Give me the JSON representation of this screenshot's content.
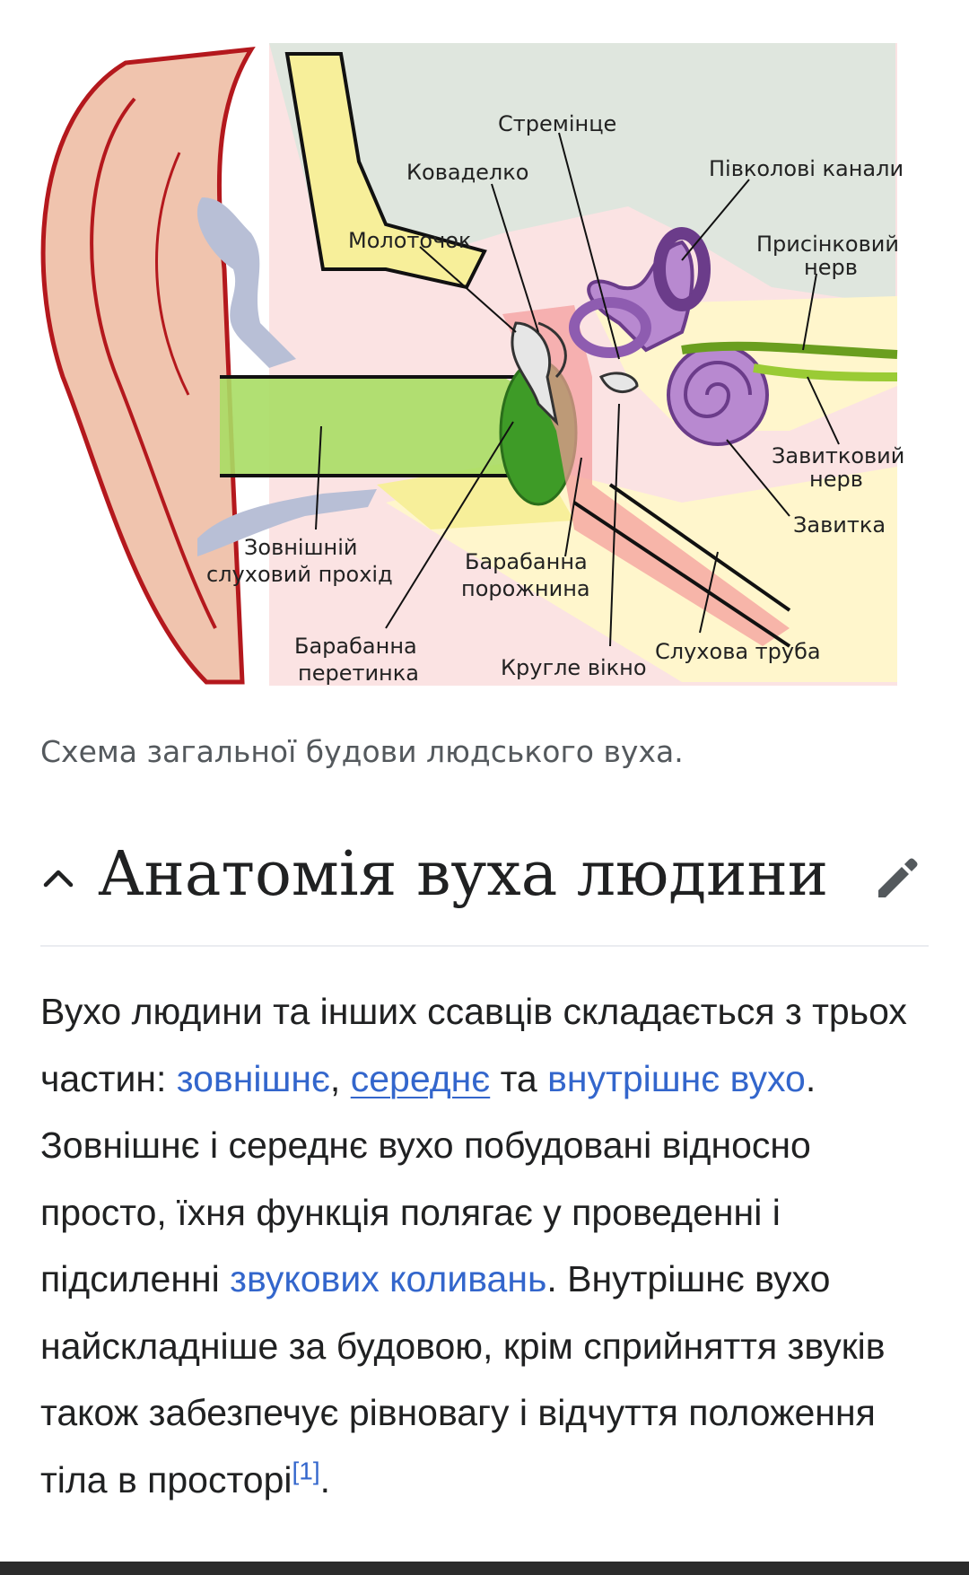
{
  "figure": {
    "labels": {
      "stapes": "Стремінце",
      "incus": "Коваделко",
      "semicircular": "Півколові канали",
      "malleus": "Молоточок",
      "vestibular_nerve_1": "Присінковий",
      "vestibular_nerve_2": "нерв",
      "cochlear_nerve_1": "Завитковий",
      "cochlear_nerve_2": "нерв",
      "cochlea": "Завитка",
      "ext_canal_1": "Зовнішній",
      "ext_canal_2": "слуховий прохід",
      "tympanic_cavity_1": "Барабанна",
      "tympanic_cavity_2": "порожнина",
      "eardrum_1": "Барабанна",
      "eardrum_2": "перетинка",
      "round_window": "Кругле вікно",
      "eustachian": "Слухова труба"
    },
    "caption": "Схема загальної будови людського вуха."
  },
  "section": {
    "title": "Анатомія вуха людини",
    "chevron_icon": "chevron-up-icon",
    "edit_icon": "pencil-icon"
  },
  "paragraph": {
    "t1": "Вухо людини та інших ссавців складається з трьох частин: ",
    "link_outer": "зовнішнє",
    "t2": ", ",
    "link_middle": "середнє",
    "t3": " та ",
    "link_inner": "внутрішнє вухо",
    "t4": ". Зовнішнє і середнє вухо побудовані відносно просто, їхня функція полягає у проведенні і підсиленні ",
    "link_sound": "звукових коливань",
    "t5": ". Внутрішнє вухо найскладніше за будовою, крім сприйняття звуків також забезпечує рівновагу і відчуття положення тіла в просторі",
    "ref": "[1]",
    "t6": "."
  },
  "colors": {
    "link": "#3366cc",
    "text": "#202122",
    "caption": "#54595d"
  }
}
